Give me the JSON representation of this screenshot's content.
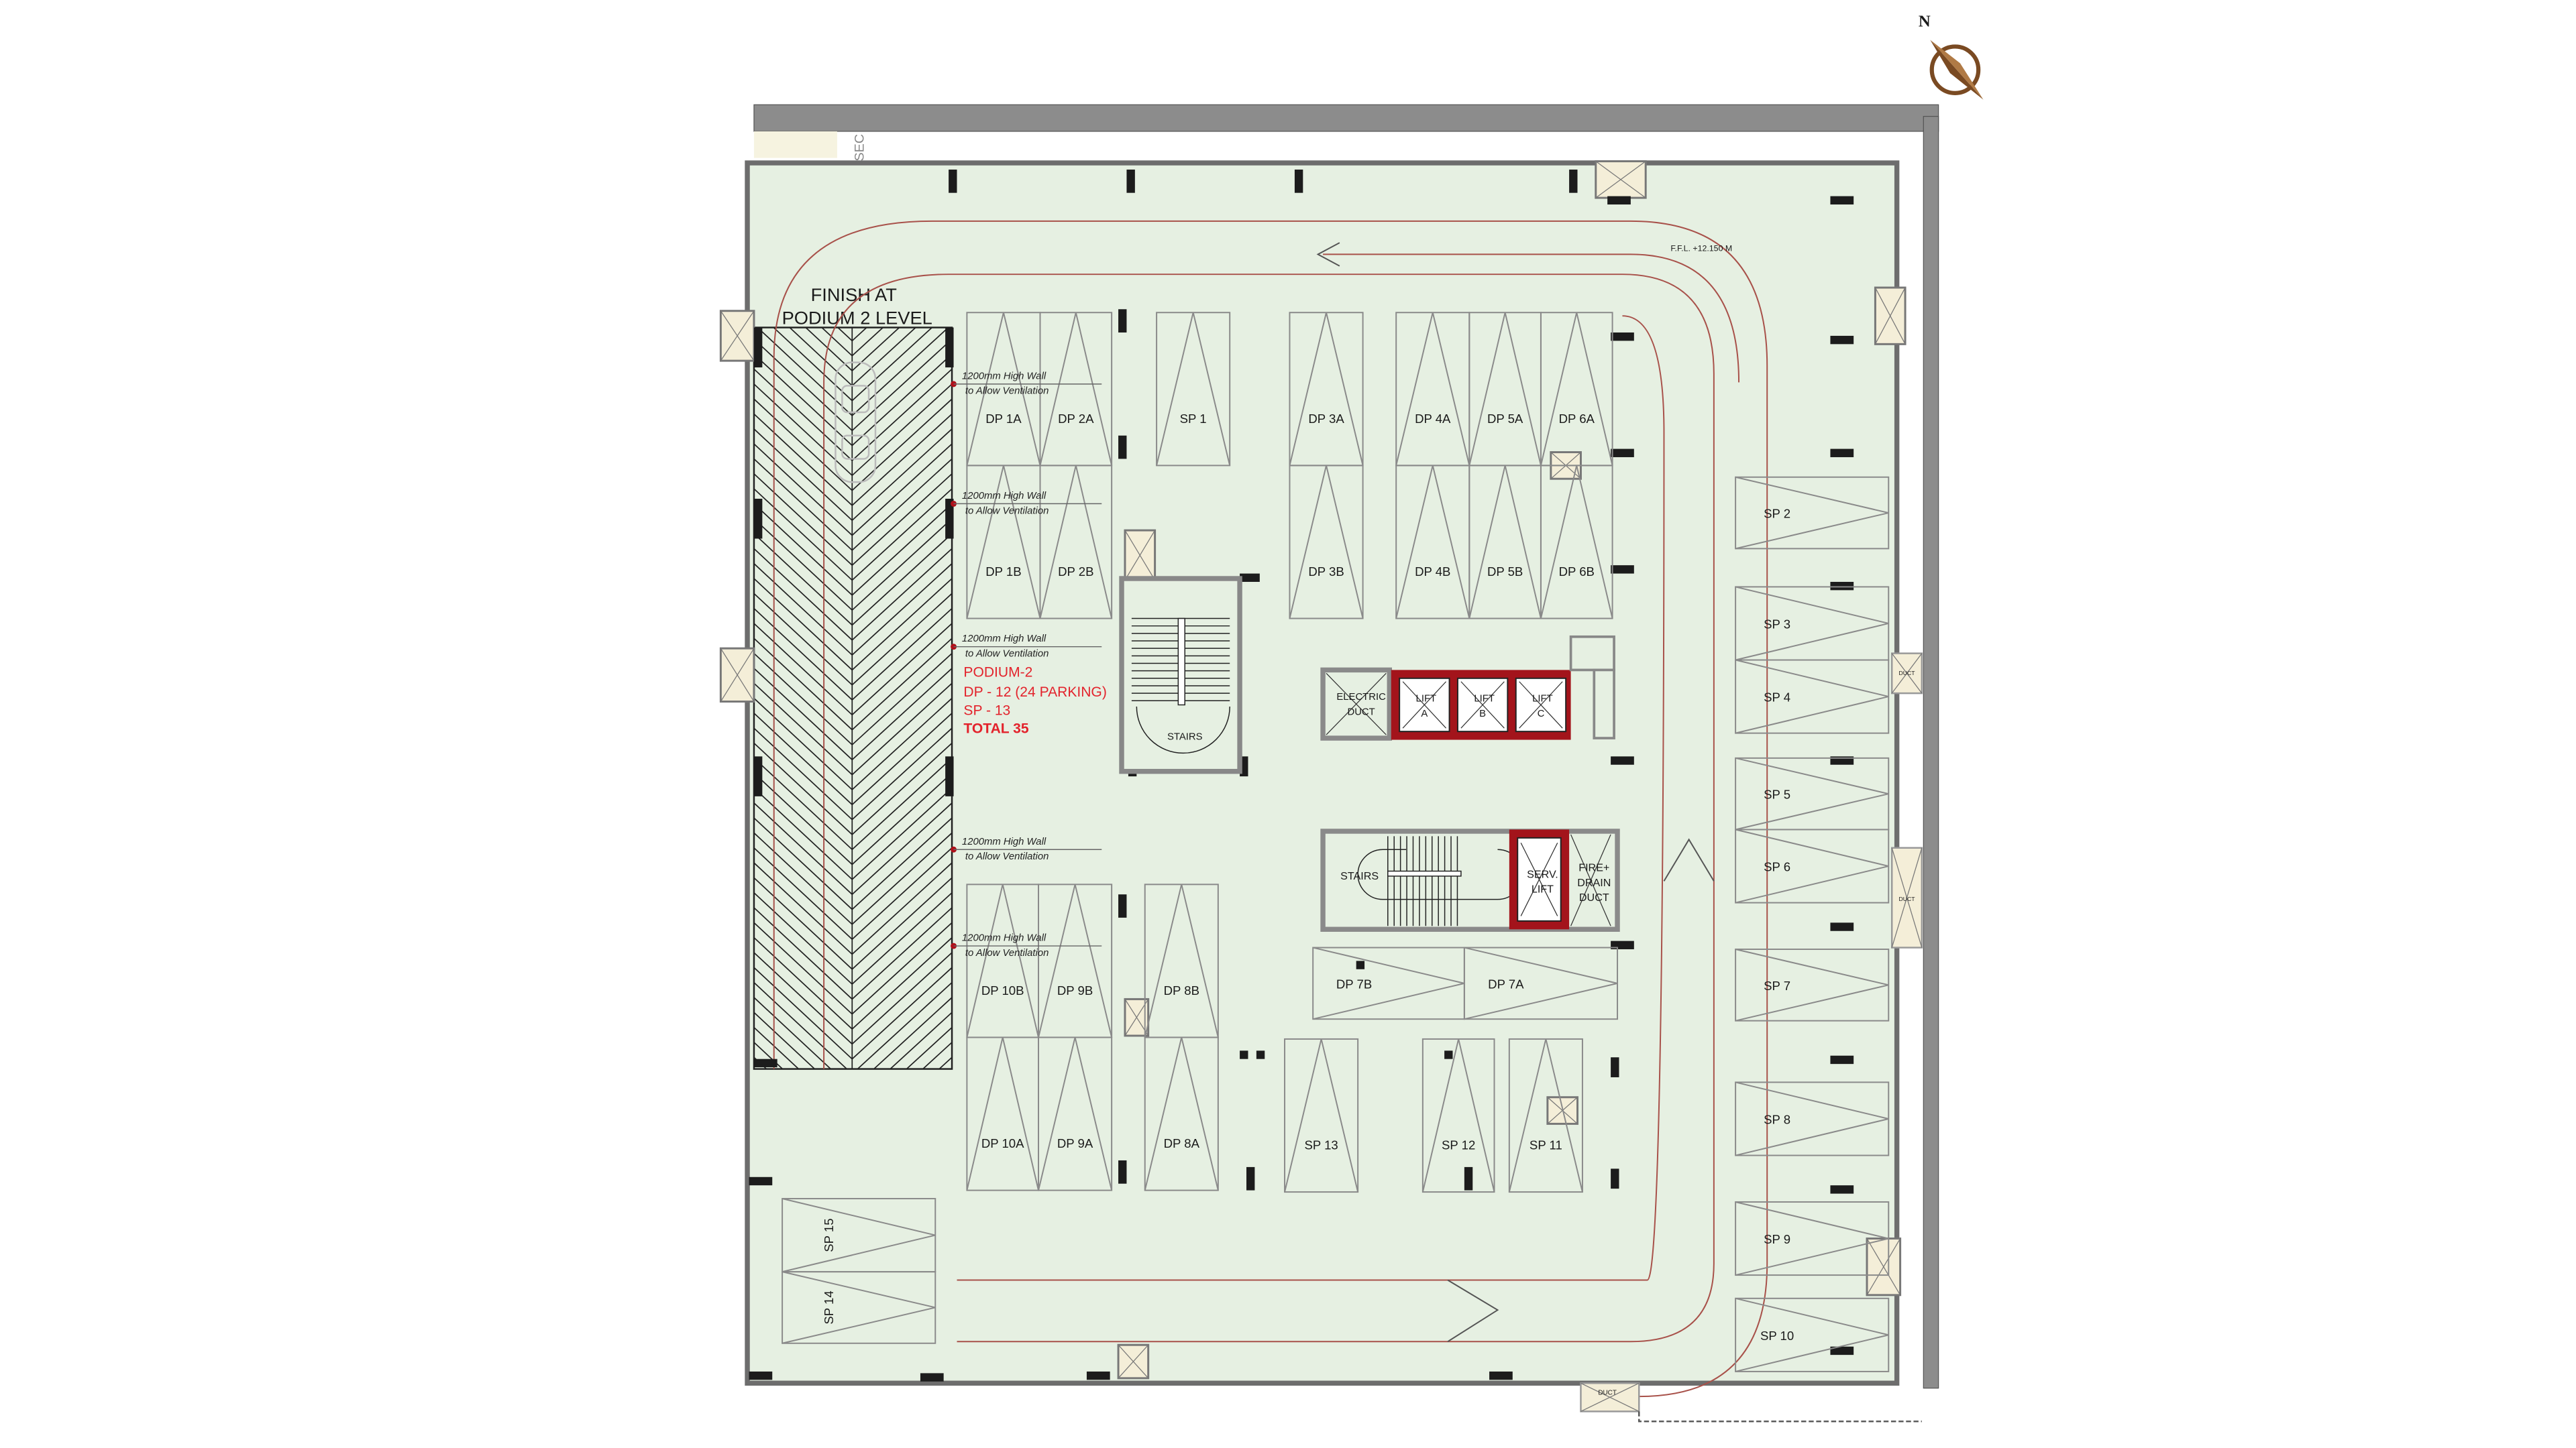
{
  "drawing": {
    "compass_label": "N",
    "ramp_title_line1": "FINISH AT",
    "ramp_title_line2": "PODIUM 2 LEVEL",
    "floor_level": "F.F.L. +12.150 M",
    "section_label": "SEC",
    "ventilation_notes": [
      {
        "line1": "1200mm High Wall",
        "line2": "to Allow Ventilation"
      },
      {
        "line1": "1200mm High Wall",
        "line2": "to Allow Ventilation"
      },
      {
        "line1": "1200mm High Wall",
        "line2": "to Allow Ventilation"
      },
      {
        "line1": "1200mm High Wall",
        "line2": "to Allow Ventilation"
      },
      {
        "line1": "1200mm High Wall",
        "line2": "to Allow Ventilation"
      }
    ],
    "summary": {
      "level": "PODIUM-2",
      "dp": "DP - 12 (24 PARKING)",
      "sp": "SP - 13",
      "total": "TOTAL 35"
    },
    "stalls": [
      "DP 1A",
      "DP 2A",
      "DP 1B",
      "DP 2B",
      "SP 1",
      "DP 3A",
      "DP 3B",
      "DP 4A",
      "DP 5A",
      "DP 6A",
      "DP 4B",
      "DP 5B",
      "DP 6B",
      "SP 2",
      "SP 3",
      "SP 4",
      "SP 5",
      "SP 6",
      "SP 7",
      "SP 8",
      "SP 9",
      "SP 10",
      "DP 10B",
      "DP 9B",
      "DP 10A",
      "DP 9A",
      "DP 8B",
      "DP 8A",
      "DP 7B",
      "DP 7A",
      "SP 13",
      "SP 12",
      "SP 11",
      "SP 15",
      "SP 14"
    ],
    "core": {
      "electric_duct_1": "ELECTRIC",
      "electric_duct_2": "DUCT",
      "lift_a_1": "LIFT",
      "lift_a_2": "A",
      "lift_b_1": "LIFT",
      "lift_b_2": "B",
      "lift_c_1": "LIFT",
      "lift_c_2": "C",
      "stairs_1": "STAIRS",
      "stairs_2": "STAIRS",
      "serv_lift_1": "SERV.",
      "serv_lift_2": "LIFT",
      "fire_duct_1": "FIRE+",
      "fire_duct_2": "DRAIN",
      "fire_duct_3": "DUCT",
      "duct_1": "DUCT",
      "duct_2": "DUCT",
      "duct_3": "DUCT"
    },
    "colors": {
      "floor": "#e6f0e2",
      "core_red": "#a3141b",
      "ramp_line": "#a8514a",
      "summary_text": "#e3232c"
    }
  }
}
